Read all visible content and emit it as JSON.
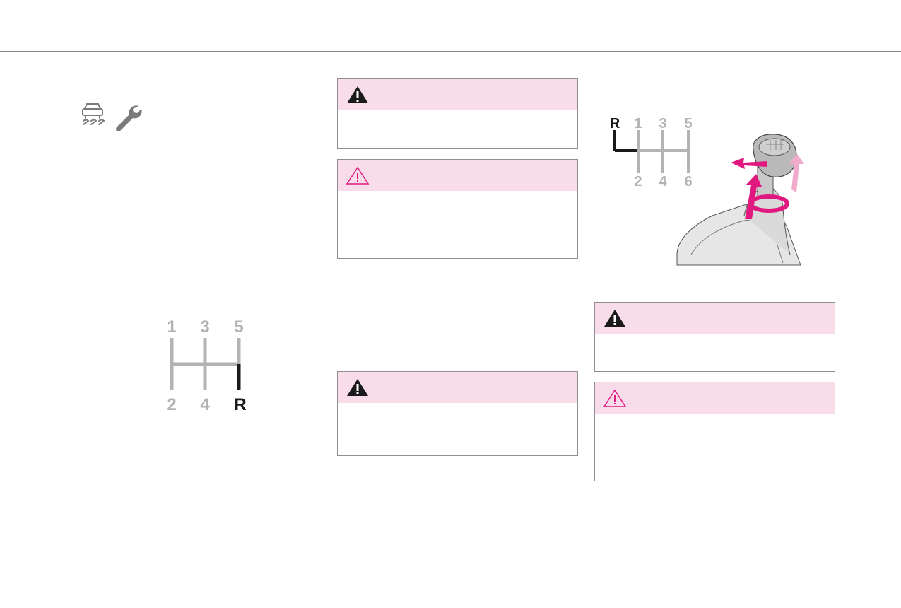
{
  "colors": {
    "rule": "#8a8a8a",
    "box_border": "#8f8f8f",
    "box_header": "#f8dce9",
    "warning_dark": "#1a1a1a",
    "warning_pink": "#e0187f",
    "gate_grey": "#b3b3b3",
    "gate_active": "#1a1a1a",
    "arrow_pink": "#e0187f",
    "arrow_light_pink": "#f1a9cc"
  },
  "icons": {
    "traction": "car-skid-icon",
    "service": "wrench-icon",
    "warning_filled": "warning-triangle-filled-icon",
    "warning_outline": "warning-triangle-outline-icon"
  },
  "gearbox_5": {
    "top": [
      "1",
      "3",
      "5"
    ],
    "bottom": [
      "2",
      "4",
      "R"
    ]
  },
  "gearbox_6": {
    "top": [
      "R",
      "1",
      "3",
      "5"
    ],
    "bottom": [
      "2",
      "4",
      "6"
    ]
  }
}
